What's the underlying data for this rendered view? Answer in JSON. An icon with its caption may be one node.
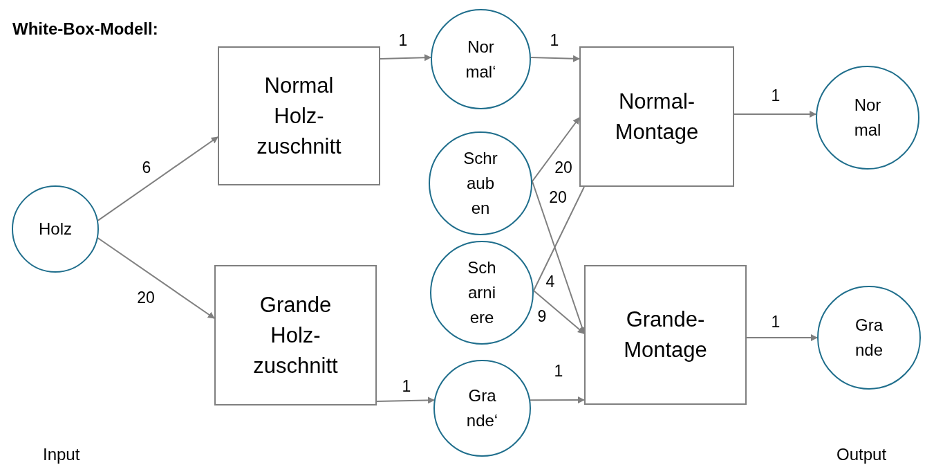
{
  "diagram": {
    "title": "White-Box-Modell:",
    "nodes": [
      {
        "text": [
          "Holz"
        ]
      },
      {
        "text": [
          "Normal Holz- zuschnitt"
        ]
      },
      {
        "text": [
          "Grande Holz- zuschnitt"
        ]
      },
      {
        "text": [
          "Nor mal‘"
        ]
      },
      {
        "text": [
          "Schr aub en"
        ]
      },
      {
        "text": [
          "Sch arni ere"
        ]
      },
      {
        "text": [
          "Gra nde‘"
        ]
      },
      {
        "text": [
          "Normal- Montage"
        ]
      },
      {
        "text": [
          "Grande- Montage"
        ]
      },
      {
        "text": [
          "Nor mal"
        ]
      },
      {
        "text": [
          "Gra nde"
        ]
      }
    ],
    "edges": [
      {
        "from": 0,
        "to": 1,
        "arrow": "to",
        "label": "6"
      },
      {
        "from": 0,
        "to": 2,
        "arrow": "to",
        "label": "20"
      },
      {
        "from": 1,
        "to": 3,
        "arrow": "to",
        "label": "1"
      },
      {
        "from": 2,
        "to": 6,
        "arrow": "to",
        "label": "1"
      },
      {
        "from": 3,
        "to": 7,
        "arrow": "to",
        "label": "1"
      },
      {
        "from": 4,
        "to": 7,
        "arrow": "to",
        "label": "20"
      },
      {
        "from": 4,
        "to": 8,
        "arrow": "to",
        "label": "20"
      },
      {
        "from": 5,
        "to": 7,
        "arrow": "none",
        "label": "4"
      },
      {
        "from": 5,
        "to": 8,
        "arrow": "to",
        "label": "9"
      },
      {
        "from": 6,
        "to": 8,
        "arrow": "to",
        "label": "1"
      },
      {
        "from": 7,
        "to": 9,
        "arrow": "to",
        "label": "1"
      },
      {
        "from": 8,
        "to": 10,
        "arrow": "to",
        "label": "1"
      }
    ],
    "labels": [
      "Input",
      "Output"
    ]
  }
}
